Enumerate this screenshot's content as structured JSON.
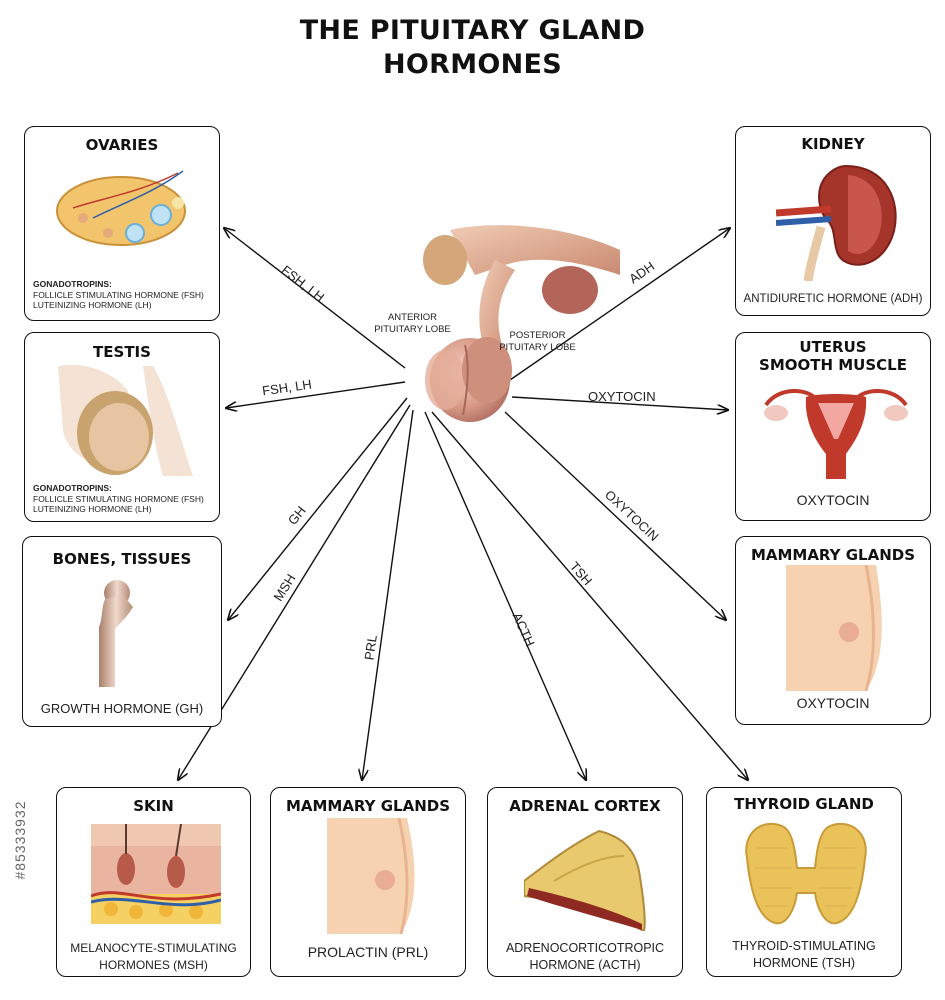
{
  "title": {
    "line1": "THE PITUITARY GLAND",
    "line2": "HORMONES"
  },
  "gland": {
    "anterior_label": "ANTERIOR PITUITARY LOBE",
    "posterior_label": "POSTERIOR PITUITARY LOBE"
  },
  "hormone_labels": {
    "fsh_lh_ovaries": "FSH, LH",
    "fsh_lh_testis": "FSH, LH",
    "gh": "GH",
    "msh": "MSH",
    "prl": "PRL",
    "acth": "ACTH",
    "tsh": "TSH",
    "adh": "ADH",
    "oxytocin_uterus": "OXYTOCIN",
    "oxytocin_mammary": "OXYTOCIN"
  },
  "boxes": {
    "ovaries": {
      "title": "OVARIES",
      "cap_head": "GONADOTROPINS:",
      "cap_line1": "FOLLICLE STIMULATING HORMONE (FSH)",
      "cap_line2": "LUTEINIZING HORMONE (LH)"
    },
    "testis": {
      "title": "TESTIS",
      "cap_head": "GONADOTROPINS:",
      "cap_line1": "FOLLICLE STIMULATING HORMONE (FSH)",
      "cap_line2": "LUTEINIZING HORMONE (LH)"
    },
    "bones": {
      "title": "BONES, TISSUES",
      "caption": "GROWTH HORMONE (GH)"
    },
    "kidney": {
      "title": "KIDNEY",
      "caption": "ANTIDIURETIC HORMONE (ADH)"
    },
    "uterus": {
      "title_line1": "UTERUS",
      "title_line2": "SMOOTH MUSCLE",
      "caption": "OXYTOCIN"
    },
    "mammary_right": {
      "title": "MAMMARY GLANDS",
      "caption": "OXYTOCIN"
    },
    "skin": {
      "title": "SKIN",
      "cap_line1": "MELANOCYTE-STIMULATING",
      "cap_line2": "HORMONES (MSH)"
    },
    "mammary_bottom": {
      "title": "MAMMARY GLANDS",
      "caption": "PROLACTIN (PRL)"
    },
    "adrenal": {
      "title": "ADRENAL CORTEX",
      "cap_line1": "ADRENOCORTICOTROPIC",
      "cap_line2": "HORMONE (ACTH)"
    },
    "thyroid": {
      "title": "THYROID GLAND",
      "cap_line1": "THYROID-STIMULATING",
      "cap_line2": "HORMONE (TSH)"
    }
  },
  "stock_id": "#85333932",
  "colors": {
    "flesh": "#e8b48f",
    "gland": "#d89a86",
    "blood_red": "#c0392b",
    "thyroid_yellow": "#e9c25a"
  }
}
